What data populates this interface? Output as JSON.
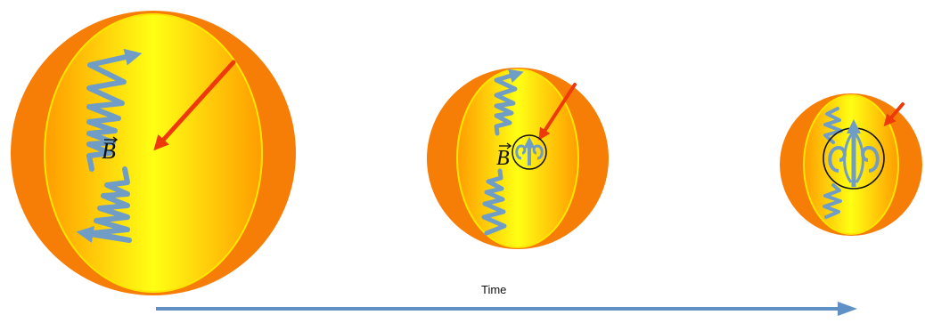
{
  "field_label": "B",
  "time_label": "Time",
  "colors": {
    "outer": "#f67d06",
    "inner_edge": "#ff9c00",
    "inner_center": "#ffff14",
    "rim": "#ffe600",
    "field_line": "#6f9dc6",
    "infall_arrow": "#ee3a0b",
    "time_arrow": "#5f91c6",
    "core_outline": "#111111"
  },
  "icons": {
    "field_vector_arrow": "right-arrow-overline",
    "field_wave": "zigzag-field-line",
    "infall": "arrow-down-left",
    "core_loops": "curl-loop"
  }
}
